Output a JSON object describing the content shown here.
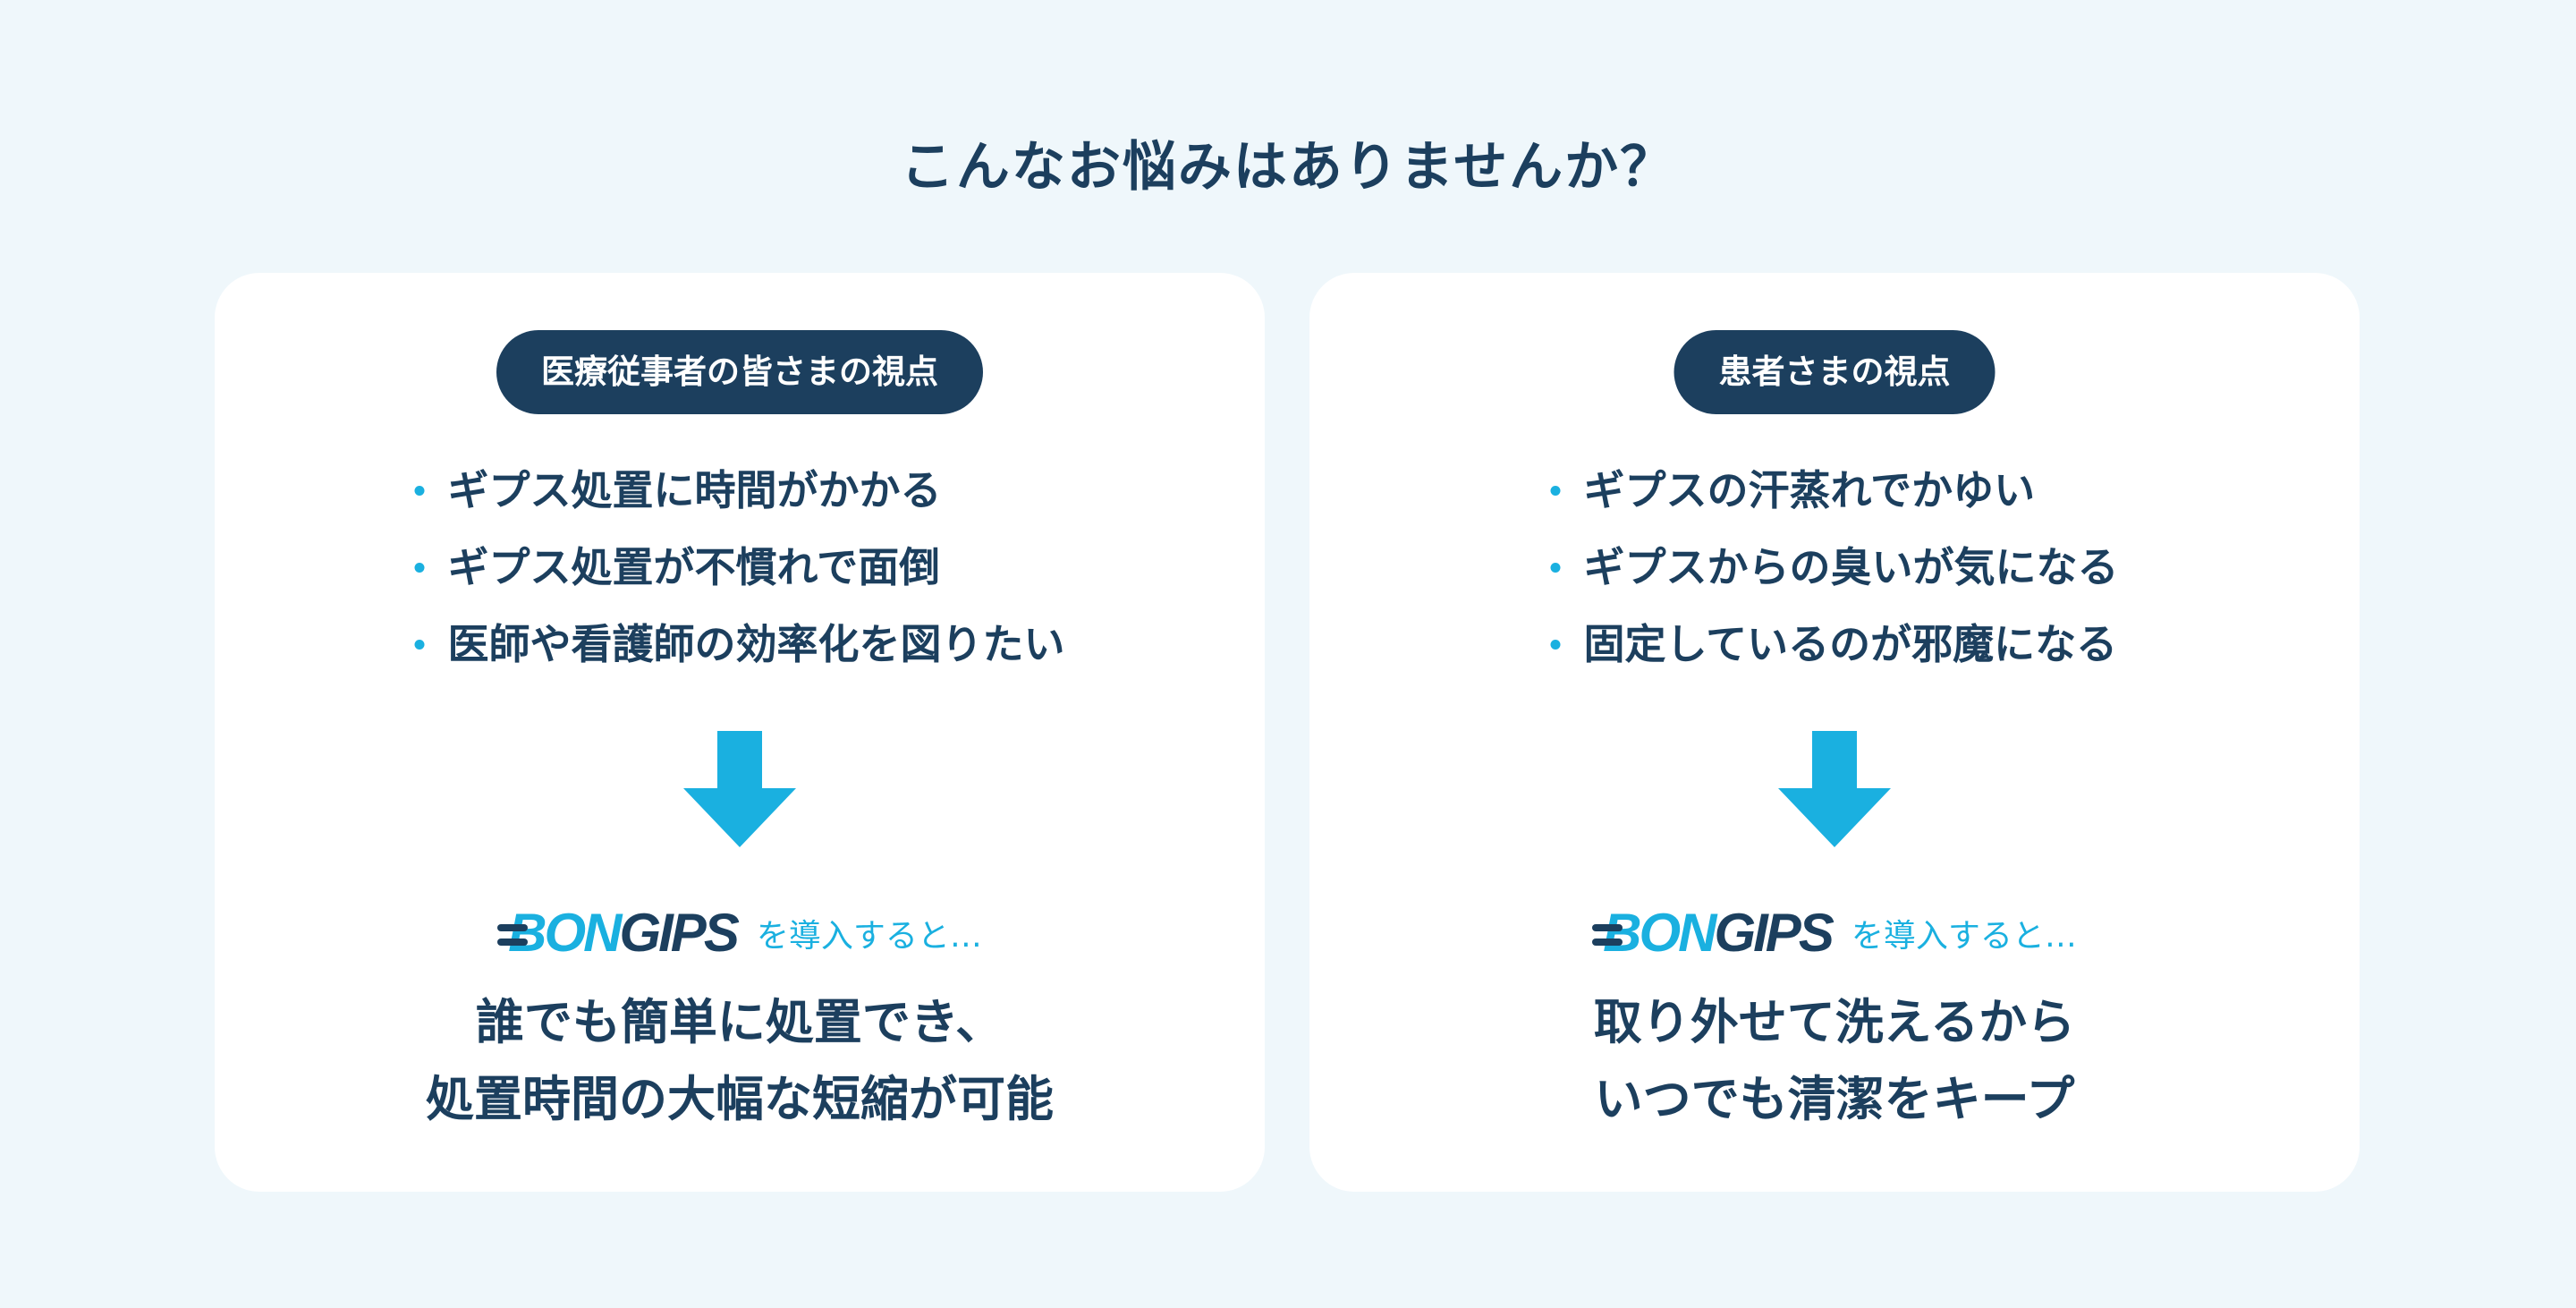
{
  "title": "こんなお悩みはありませんか？",
  "colors": {
    "navy": "#1c3f5e",
    "accent": "#1ab0e0",
    "background": "#eff7fb"
  },
  "cards": [
    {
      "badge": "医療従事者の皆さまの視点",
      "bullets": [
        "ギプス処置に時間がかかる",
        "ギプス処置が不慣れで面倒",
        "医師や看護師の効率化を図りたい"
      ],
      "logo": {
        "part1": "BON",
        "part2": "GIPS"
      },
      "intro": "を導入すると…",
      "result": [
        "誰でも簡単に処置でき、",
        "処置時間の大幅な短縮が可能"
      ]
    },
    {
      "badge": "患者さまの視点",
      "bullets": [
        "ギプスの汗蒸れでかゆい",
        "ギプスからの臭いが気になる",
        "固定しているのが邪魔になる"
      ],
      "logo": {
        "part1": "BON",
        "part2": "GIPS"
      },
      "intro": "を導入すると…",
      "result": [
        "取り外せて洗えるから",
        "いつでも清潔をキープ"
      ]
    }
  ]
}
